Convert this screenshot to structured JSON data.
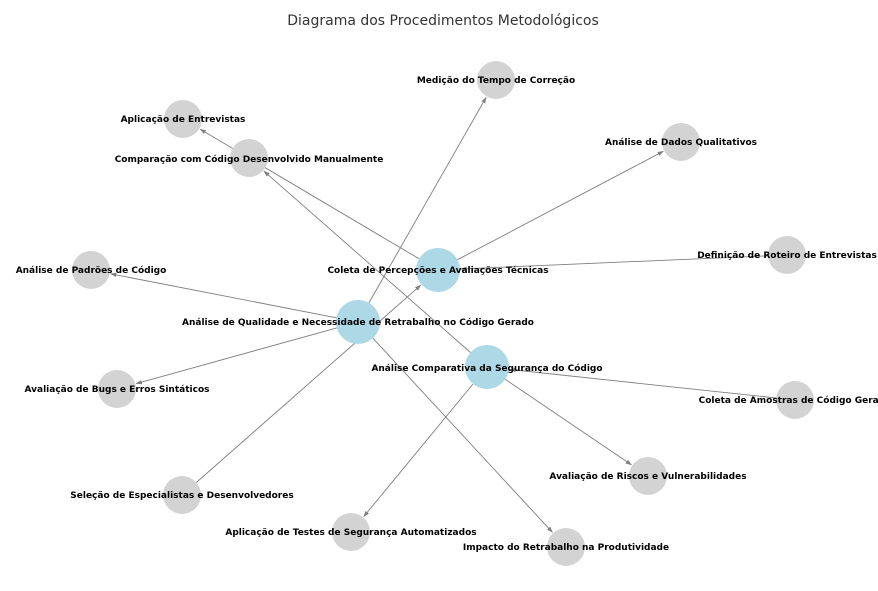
{
  "title": "Diagrama dos Procedimentos Metodológicos",
  "colors": {
    "main_node": "#ADD8E6",
    "sub_node": "#D3D3D3",
    "edge": "#7F7F7F"
  },
  "nodes": {
    "coleta": "Coleta de Percepções e Avaliações Técnicas",
    "qualidade": "Análise de Qualidade e Necessidade de Retrabalho no Código Gerado",
    "seguranca": "Análise Comparativa da Segurança do Código",
    "medicao": "Medição do Tempo de Correção",
    "aplicacao_entrevistas": "Aplicação de Entrevistas",
    "comparacao": "Comparação com Código Desenvolvido Manualmente",
    "dados_qualitativos": "Análise de Dados Qualitativos",
    "roteiro": "Definição de Roteiro de Entrevistas",
    "padroes": "Análise de Padrões de Código",
    "bugs": "Avaliação de Bugs e Erros Sintáticos",
    "amostras": "Coleta de Amostras de Código Gerado",
    "riscos": "Avaliação de Riscos e Vulnerabilidades",
    "especialistas": "Seleção de Especialistas e Desenvolvedores",
    "testes": "Aplicação de Testes de Segurança Automatizados",
    "impacto": "Impacto do Retrabalho na Produtividade"
  },
  "edges": [
    [
      "coleta",
      "aplicacao_entrevistas"
    ],
    [
      "coleta",
      "dados_qualitativos"
    ],
    [
      "roteiro",
      "coleta"
    ],
    [
      "especialistas",
      "coleta"
    ],
    [
      "qualidade",
      "medicao"
    ],
    [
      "qualidade",
      "padroes"
    ],
    [
      "qualidade",
      "bugs"
    ],
    [
      "qualidade",
      "impacto"
    ],
    [
      "seguranca",
      "comparacao"
    ],
    [
      "amostras",
      "seguranca"
    ],
    [
      "seguranca",
      "riscos"
    ],
    [
      "seguranca",
      "testes"
    ]
  ]
}
